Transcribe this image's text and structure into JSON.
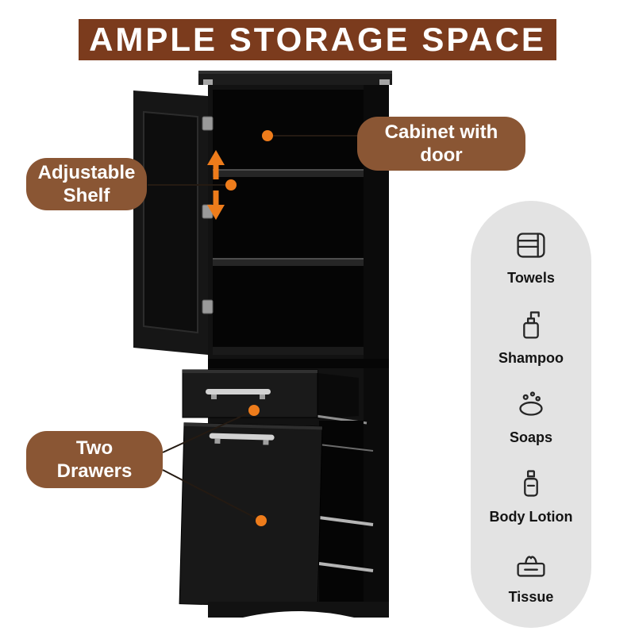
{
  "banner": {
    "title": "AMPLE STORAGE SPACE"
  },
  "callouts": {
    "cabinet_door": "Cabinet with door",
    "adjustable_shelf": "Adjustable Shelf",
    "two_drawers": "Two Drawers"
  },
  "features": [
    {
      "icon": "towel-icon",
      "label": "Towels"
    },
    {
      "icon": "shampoo-icon",
      "label": "Shampoo"
    },
    {
      "icon": "soap-icon",
      "label": "Soaps"
    },
    {
      "icon": "lotion-icon",
      "label": "Body Lotion"
    },
    {
      "icon": "tissue-icon",
      "label": "Tissue"
    }
  ],
  "colors": {
    "banner_bg": "#7b3b1d",
    "callout_bg": "#8a5634",
    "accent_orange": "#ee7c1b",
    "capsule_bg": "#e3e3e3",
    "cabinet_black": "#121212"
  }
}
